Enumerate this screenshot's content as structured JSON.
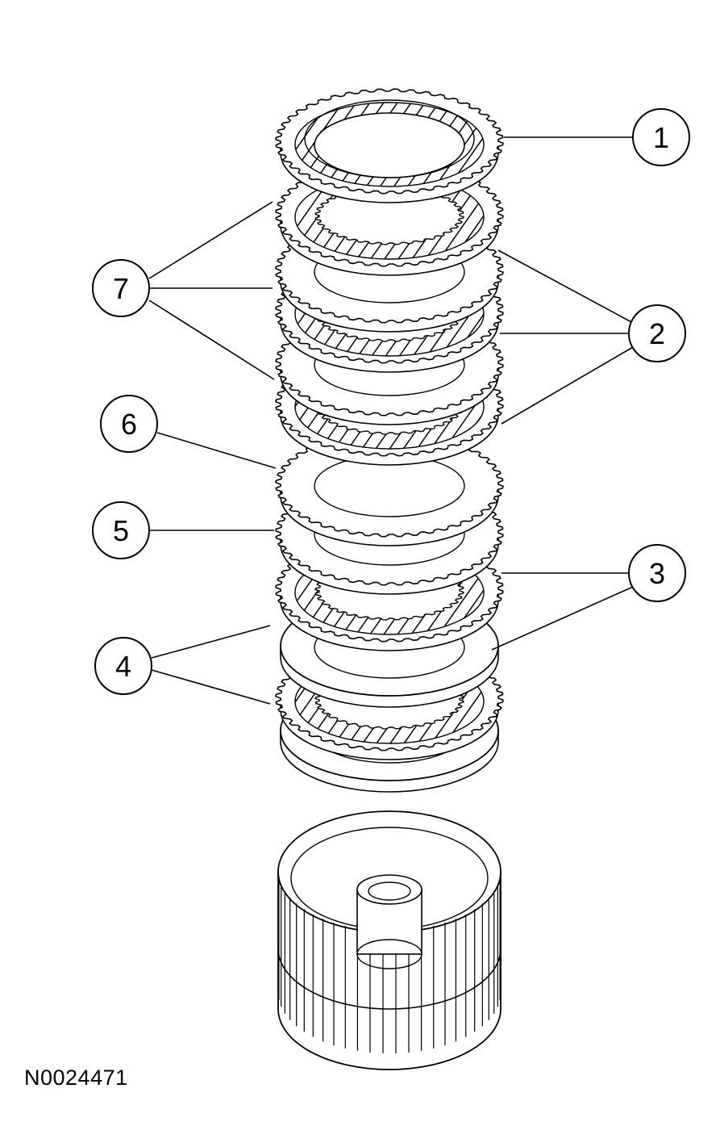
{
  "figure_id": "N0024471",
  "callouts": [
    {
      "label": "1"
    },
    {
      "label": "2"
    },
    {
      "label": "3"
    },
    {
      "label": "4"
    },
    {
      "label": "5"
    },
    {
      "label": "6"
    },
    {
      "label": "7"
    }
  ],
  "colors": {
    "line": "#000000",
    "background": "#ffffff"
  }
}
